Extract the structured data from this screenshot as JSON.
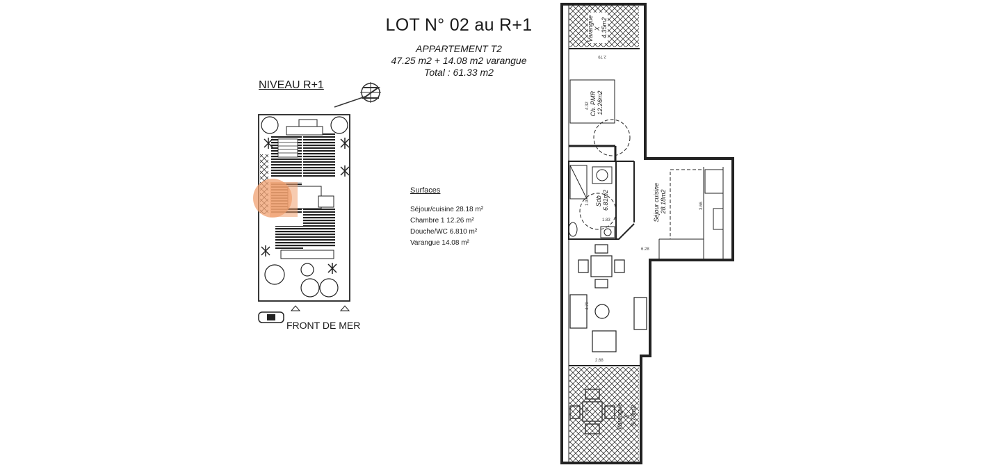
{
  "title": {
    "lot": "LOT N° 02 au R+1",
    "type": "APPARTEMENT  T2",
    "areas": "47.25 m2 + 14.08 m2 varangue",
    "total": "Total : 61.33 m2"
  },
  "site_plan": {
    "level_label": "NIVEAU R+1",
    "front_label": "FRONT DE MER",
    "highlight_color": "#f0a070"
  },
  "surfaces": {
    "header": "Surfaces",
    "items": [
      "Séjour/cuisine  28.18 m²",
      "Chambre 1  12.26 m²",
      "Douche/WC  6.810 m²",
      "Varangue  14.08 m²"
    ]
  },
  "floor_plan": {
    "rooms": {
      "varangue_top": [
        "Varangue",
        "X",
        "4.35m2"
      ],
      "chambre": [
        "Ch. PMR",
        "12.26m2"
      ],
      "sdb": [
        "Sdb",
        "6.81m2"
      ],
      "sejour": [
        "Séjour cuisine",
        "28.18m2"
      ],
      "varangue_bottom": [
        "Varangue",
        "X",
        "9.73m2"
      ]
    },
    "dimensions": {
      "d1": "2.79",
      "d2": "4.32",
      "d3": "1.97",
      "d4": "1.83",
      "d5": "3.66",
      "d6": "6.28",
      "d7": "4.70",
      "d8": "2.68",
      "d9": "3.56"
    }
  }
}
